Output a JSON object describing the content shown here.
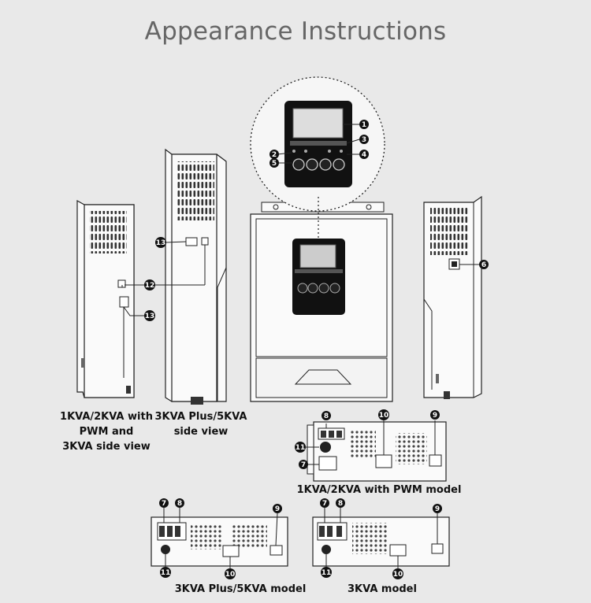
{
  "title": "Appearance Instructions",
  "captions": {
    "side_1kva": [
      "1KVA/2KVA with",
      "PWM and",
      "3KVA side view"
    ],
    "side_3kva_plus": [
      "3KVA Plus/5KVA",
      "side view"
    ],
    "bottom_1kva": "1KVA/2KVA with PWM model",
    "bottom_3kva_plus": "3KVA Plus/5KVA model",
    "bottom_3kva": "3KVA model"
  },
  "callouts": [
    "1",
    "2",
    "3",
    "4",
    "5",
    "6",
    "7",
    "8",
    "9",
    "10",
    "11",
    "12",
    "13"
  ]
}
